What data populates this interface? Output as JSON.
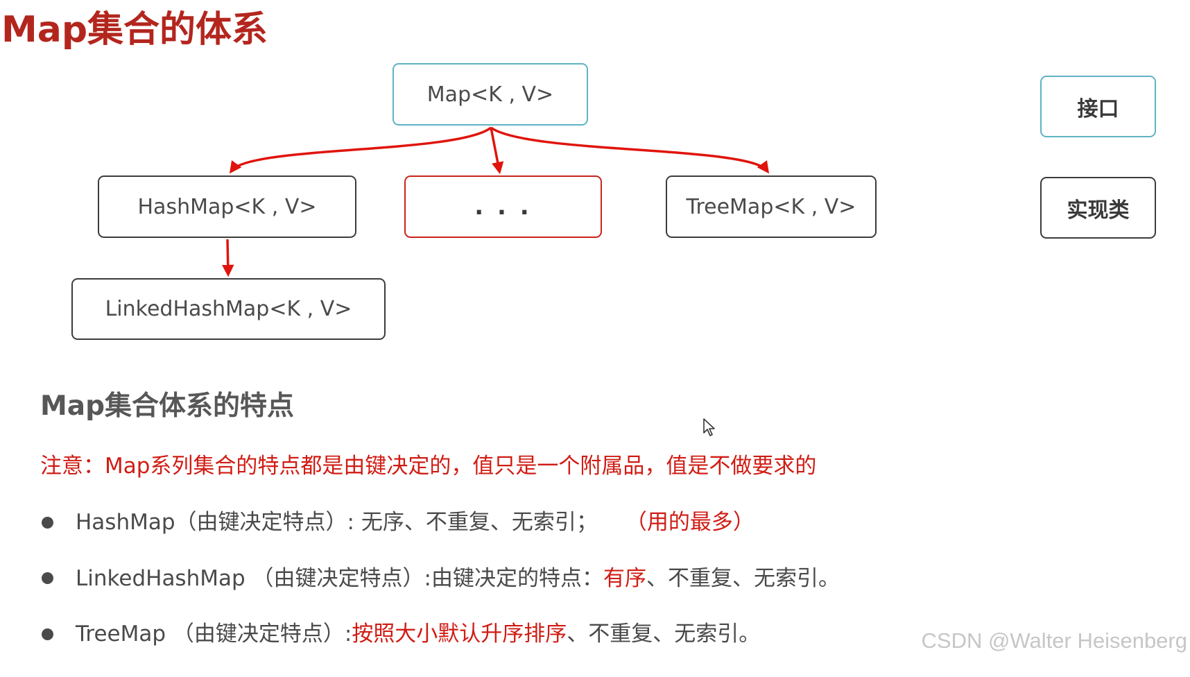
{
  "title": "Map集合的体系",
  "diagram": {
    "nodes": [
      {
        "label": "Map<K , V>"
      },
      {
        "label": "HashMap<K , V>"
      },
      {
        "label": ". . ."
      },
      {
        "label": "TreeMap<K , V>"
      },
      {
        "label": "LinkedHashMap<K , V>"
      }
    ]
  },
  "legend": {
    "interface_label": "接口",
    "implementation_label": "实现类"
  },
  "features": {
    "heading": "Map集合体系的特点",
    "note": "注意：Map系列集合的特点都是由键决定的，值只是一个附属品，值是不做要求的",
    "items": [
      {
        "prefix": "HashMap（由键决定特点）: 无序、不重复、无索引；",
        "highlight": "（用的最多）"
      },
      {
        "prefix": "LinkedHashMap （由键决定特点）:由键决定的特点：",
        "highlight": "有序",
        "suffix": "、不重复、无索引。"
      },
      {
        "prefix": "TreeMap （由键决定特点）:",
        "highlight": "按照大小默认升序排序",
        "suffix": "、不重复、无索引。"
      }
    ]
  },
  "watermark": "CSDN @Walter Heisenberg",
  "colors": {
    "title": "#b3261e",
    "interface_border": "#5fb3c3",
    "implementation_border": "#3b3b3b",
    "placeholder_border": "#c9231c",
    "highlight": "#d01c14",
    "arrow": "#e0140c"
  }
}
